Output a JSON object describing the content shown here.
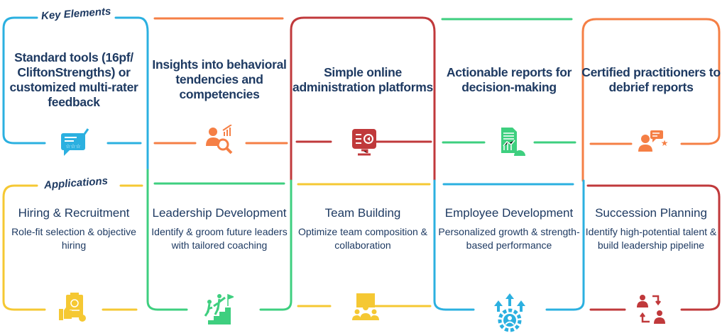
{
  "labels": {
    "key_elements": "Key Elements",
    "applications": "Applications"
  },
  "key_elements": [
    {
      "text": "Standard tools (16pf/ CliftonStrengths) or customized multi-rater feedback",
      "icon": "feedback-form-icon",
      "color": "#2bb0e0"
    },
    {
      "text": "Insights into behavioral tendencies and competencies",
      "icon": "person-analysis-icon",
      "color": "#f57f45"
    },
    {
      "text": "Simple online administration platforms",
      "icon": "monitor-platform-icon",
      "color": "#c0393b"
    },
    {
      "text": "Actionable reports for decision-making",
      "icon": "report-chart-icon",
      "color": "#3ecf7f"
    },
    {
      "text": "Certified practitioners to debrief reports",
      "icon": "practitioner-icon",
      "color": "#f57f45"
    }
  ],
  "applications": [
    {
      "title": "Hiring & Recruitment",
      "desc": "Role-fit selection & objective hiring",
      "icon": "hiring-clipboard-icon",
      "color": "#f5c833"
    },
    {
      "title": "Leadership Development",
      "desc": "Identify & groom future leaders with tailored coaching",
      "icon": "climbing-stairs-icon",
      "color": "#3ecf7f"
    },
    {
      "title": "Team Building",
      "desc": "Optimize team composition & collaboration",
      "icon": "team-puzzle-icon",
      "color": "#f5c833"
    },
    {
      "title": "Employee Development",
      "desc": "Personalized growth & strength-based performance",
      "icon": "growth-gear-icon",
      "color": "#2bb0e0"
    },
    {
      "title": "Succession Planning",
      "desc": "Identify high-potential talent & build leadership pipeline",
      "icon": "succession-cycle-icon",
      "color": "#c0393b"
    }
  ]
}
